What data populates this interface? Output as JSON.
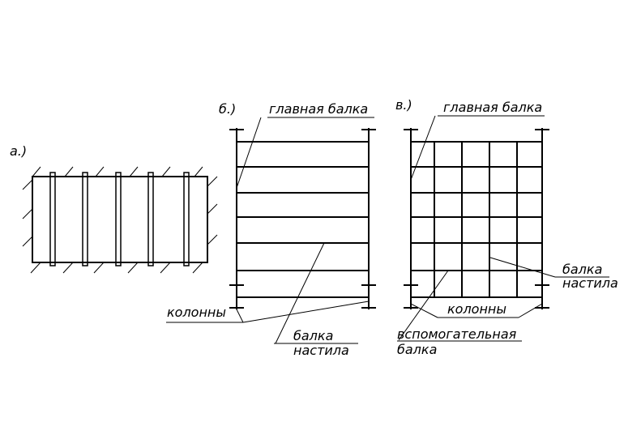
{
  "labels": {
    "panel_a": "а.)",
    "panel_b": "б.)",
    "panel_v": "в.)",
    "b_main_beam": "главная балка",
    "v_main_beam": "главная балка",
    "b_columns": "колонны",
    "v_columns": "колонны",
    "b_deck_beam_line1": "балка",
    "b_deck_beam_line2": "настила",
    "v_deck_beam_line1": "балка",
    "v_deck_beam_line2": "настила",
    "v_secondary_line1": "вспомогательная",
    "v_secondary_line2": "балка"
  },
  "colors": {
    "ink": "#000000",
    "background": "#ffffff"
  }
}
